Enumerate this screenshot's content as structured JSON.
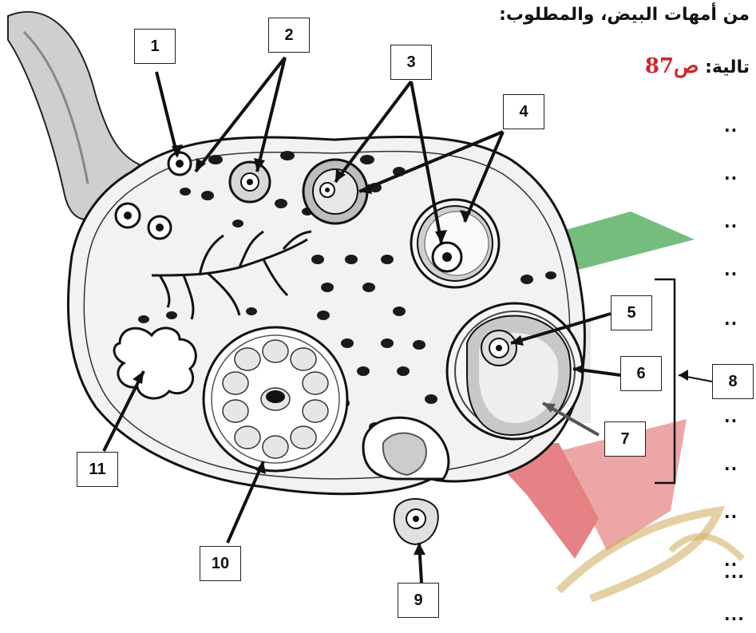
{
  "header": {
    "line1": "من أمهات البيض، والمطلوب:",
    "line2_text": "تالية: ",
    "page_ref": "ص87"
  },
  "answer_dots": [
    "..",
    "..",
    "..",
    "..",
    "..",
    "..",
    "..",
    "..",
    "..",
    "...",
    "..."
  ],
  "labels": [
    "1",
    "2",
    "3",
    "4",
    "5",
    "6",
    "7",
    "8",
    "9",
    "10",
    "11"
  ],
  "colors": {
    "accent_red": "#d0262b",
    "watermark_green": "#3fa34a",
    "watermark_red": "#d9464a",
    "watermark_gold": "#c9a24a"
  }
}
